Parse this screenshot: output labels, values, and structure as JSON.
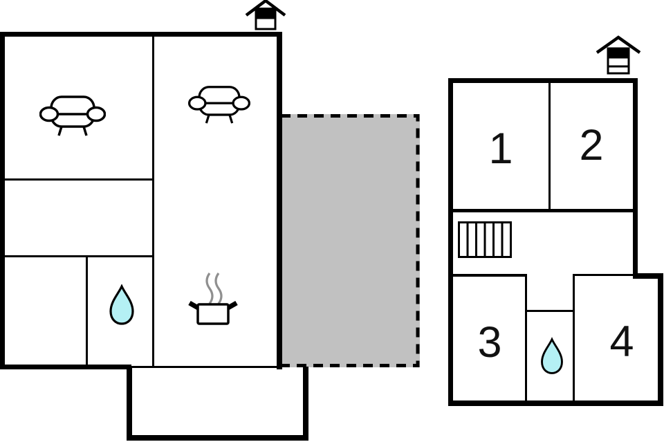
{
  "plan": {
    "background": "#ffffff",
    "colors": {
      "wall": "#000000",
      "terrace_fill": "#c1c1c1",
      "water_fill": "#b4f0f4",
      "steam": "#8f8f8f",
      "label_text": "#111111"
    },
    "left_building": {
      "icons": {
        "chimney": "chimney-icon",
        "sofa_room_left": "sofa-icon",
        "sofa_room_right": "sofa-icon",
        "kitchen": "cooking-pot-icon",
        "bathroom": "water-drop-icon"
      },
      "terrace": {
        "border_style": "dashed"
      }
    },
    "right_building": {
      "icons": {
        "chimney": "chimney-icon",
        "stairs": "stairs-icon",
        "bathroom": "water-drop-icon"
      },
      "rooms": [
        {
          "label": "1"
        },
        {
          "label": "2"
        },
        {
          "label": "3"
        },
        {
          "label": "4"
        }
      ]
    }
  }
}
